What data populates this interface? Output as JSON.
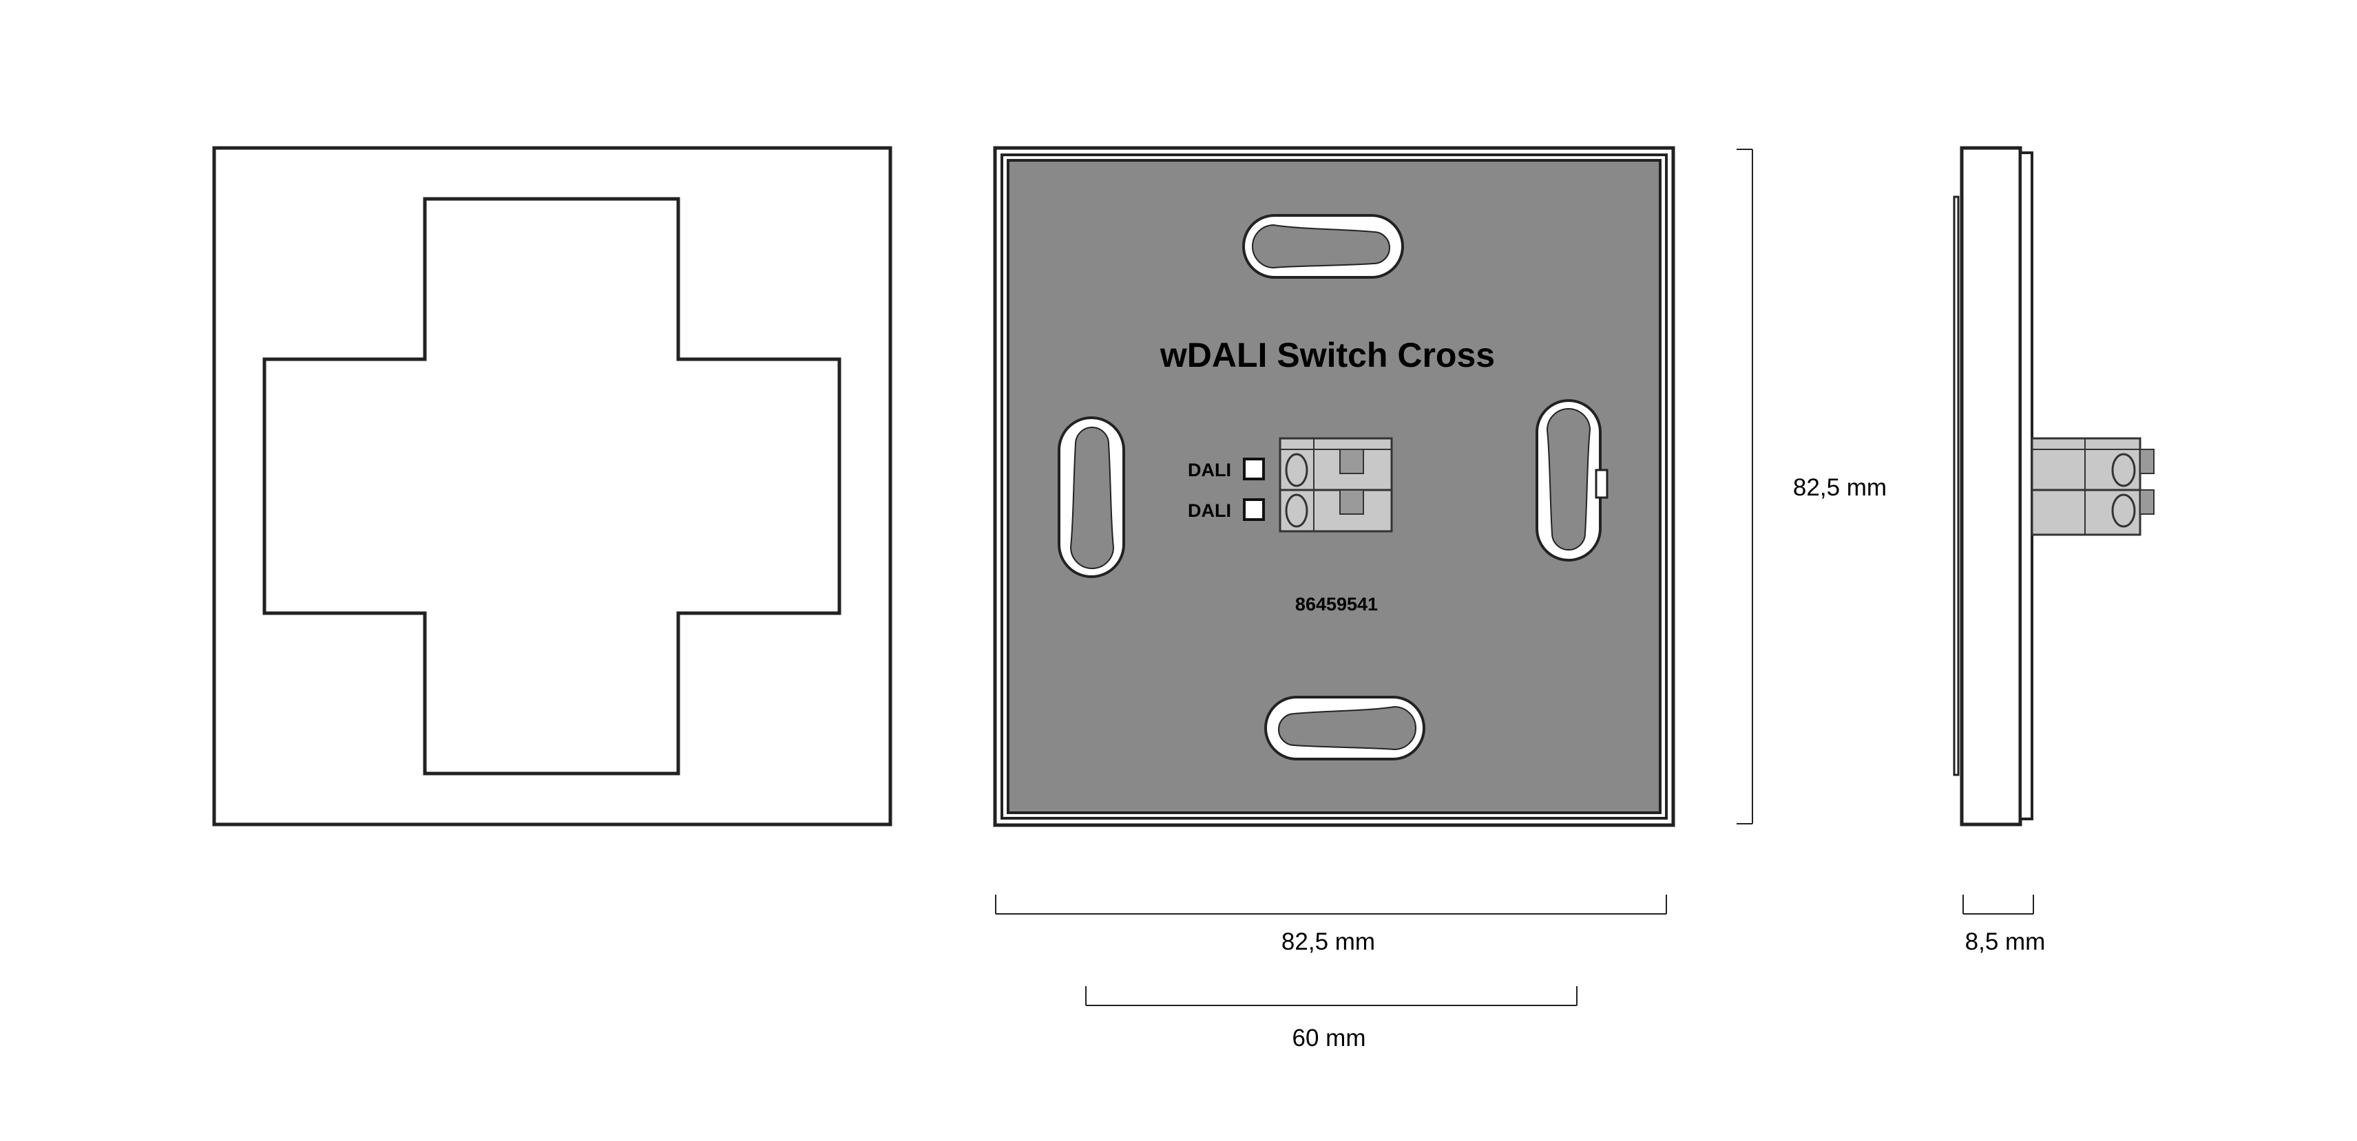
{
  "device": {
    "title": "wDALI Switch Cross",
    "terminal_labels": [
      "DALI",
      "DALI"
    ],
    "article_number": "86459541",
    "panel_color": "#898989",
    "terminal_color": "#c8c8c8"
  },
  "dimensions": {
    "height": "82,5 mm",
    "width": "82,5 mm",
    "depth": "8,5 mm",
    "inner_width": "60 mm"
  },
  "icons": [
    "cross-button-shape",
    "keyhole-slot-icon",
    "terminal-block-icon"
  ]
}
